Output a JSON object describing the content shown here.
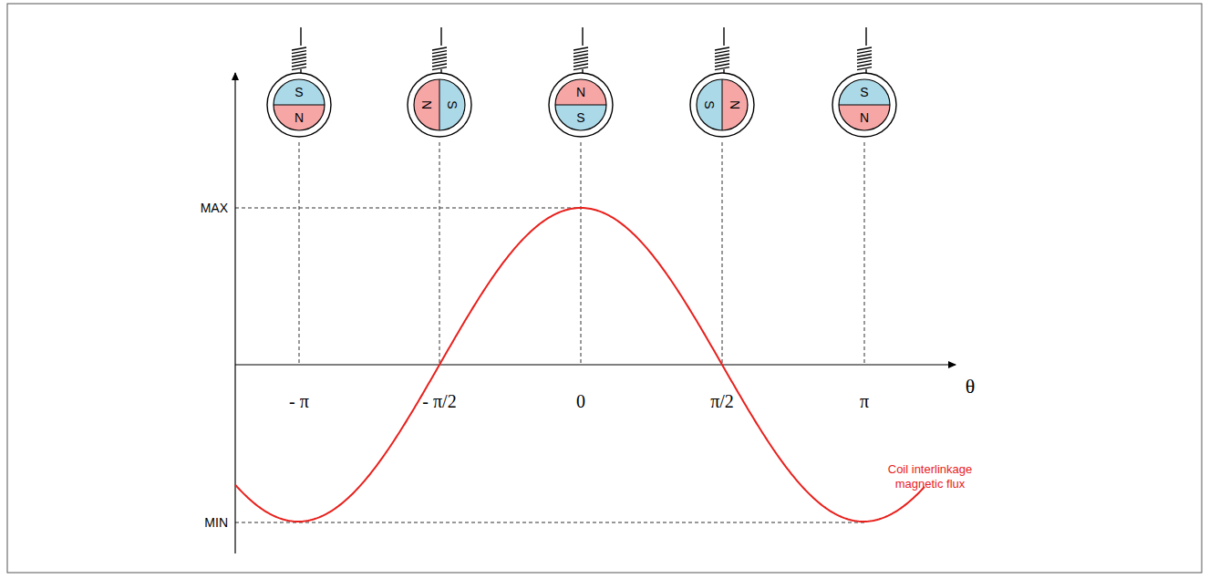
{
  "diagram": {
    "nodes": [
      {
        "text": [
          "S",
          "N"
        ]
      },
      {
        "text": [
          "N",
          "S"
        ]
      },
      {
        "text": [
          "N",
          "S"
        ]
      },
      {
        "text": [
          "S",
          "N"
        ]
      },
      {
        "text": [
          "S",
          "N"
        ]
      }
    ],
    "labels": [
      "MAX",
      "MIN",
      "- π",
      "- π/2",
      "0",
      "π/2",
      "π",
      "θ",
      "Coil interlinkage magnetic flux"
    ]
  }
}
